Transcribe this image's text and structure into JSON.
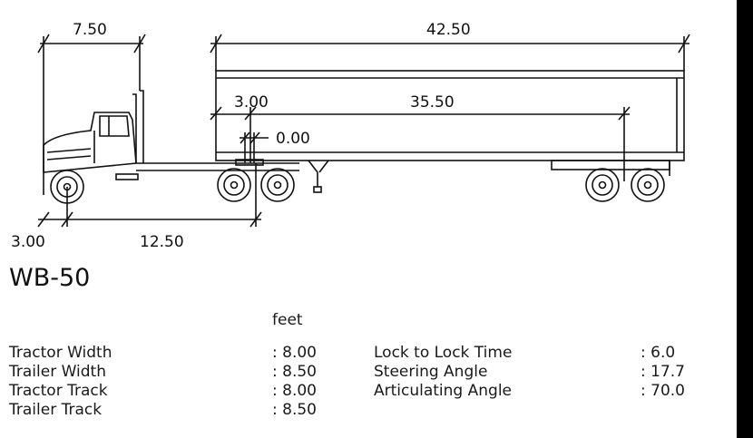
{
  "dimensions": {
    "cab_length": "7.50",
    "trailer_length": "42.50",
    "kingpin_from_front": "3.00",
    "kingpin_to_axle": "35.50",
    "fifth_wheel_offset": "0.00",
    "front_overhang": "3.00",
    "tractor_wheelbase": "12.50"
  },
  "vehicle": {
    "name": "WB-50"
  },
  "units": "feet",
  "specs_left": [
    {
      "label": "Tractor Width",
      "value": ": 8.00"
    },
    {
      "label": "Trailer Width",
      "value": ": 8.50"
    },
    {
      "label": "Tractor Track",
      "value": ": 8.00"
    },
    {
      "label": "Trailer Track",
      "value": ": 8.50"
    }
  ],
  "specs_right": [
    {
      "label": "Lock to Lock Time",
      "value": ": 6.0"
    },
    {
      "label": "Steering Angle",
      "value": ": 17.7"
    },
    {
      "label": "Articulating Angle",
      "value": ": 70.0"
    }
  ]
}
